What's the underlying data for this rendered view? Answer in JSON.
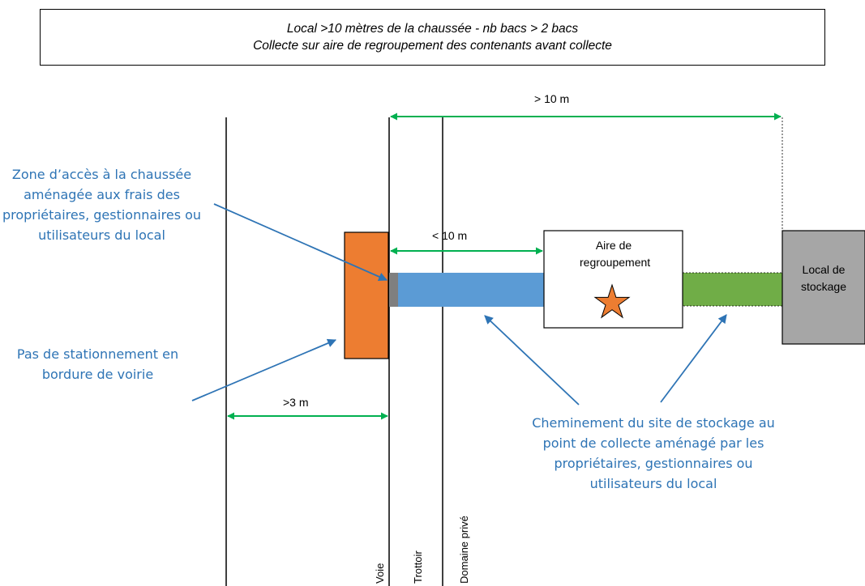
{
  "title": {
    "line1": "Local >10 mètres de la chaussée - nb bacs > 2 bacs",
    "line2": "Collecte sur aire de regroupement des contenants avant collecte"
  },
  "dimensions": {
    "top": "> 10 m",
    "middle": "< 10 m",
    "bottom": ">3 m"
  },
  "boxes": {
    "aire": "Aire de regroupement",
    "local": "Local de stockage"
  },
  "notes": {
    "zone_acces": "Zone d’accès à la chaussée aménagée aux frais des propriétaires, gestionnaires ou utilisateurs du local",
    "stationnement": "Pas de stationnement en bordure de voirie",
    "cheminement": "Cheminement du site de stockage au point de collecte aménagé par les propriétaires, gestionnaires ou utilisateurs du local"
  },
  "lane_labels": {
    "voie": "Voie",
    "trottoir": "Trottoir",
    "domaine": "Domaine privé"
  },
  "colors": {
    "dimension_arrow": "#00b050",
    "note_text": "#2e74b5",
    "parking_zone": "#ed7d31",
    "walkway_blue": "#5b9bd5",
    "walkway_green": "#70ad47",
    "storage_grey": "#a6a6a6",
    "access_grey": "#7f7f7f",
    "star": "#ed7d31"
  },
  "icons": {
    "star": "star-icon"
  }
}
